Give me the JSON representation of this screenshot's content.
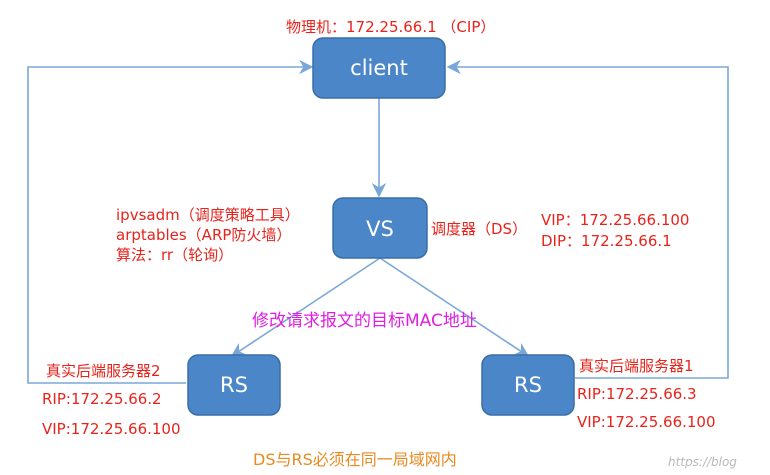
{
  "nodes": {
    "client": "client",
    "vs": "VS",
    "rs_left": "RS",
    "rs_right": "RS"
  },
  "labels": {
    "client_info": "物理机：172.25.66.1 （CIP）",
    "vs_tools_line1": "ipvsadm（调度策略工具）",
    "vs_tools_line2": "arptables（ARP防火墙）",
    "vs_tools_line3": "算法：rr（轮询）",
    "scheduler": "调度器（DS）",
    "vip": "VIP：172.25.66.100",
    "dip": "DIP：172.25.66.1",
    "modify_mac": "修改请求报文的目标MAC地址",
    "rs2_title": "真实后端服务器2",
    "rs2_rip": "RIP:172.25.66.2",
    "rs2_vip": "VIP:172.25.66.100",
    "rs1_title": "真实后端服务器1",
    "rs1_rip": "RIP:172.25.66.3",
    "rs1_vip": "VIP:172.25.66.100",
    "bottom_note": "DS与RS必须在同一局域网内",
    "watermark": "https://blog"
  },
  "colors": {
    "node_fill": "#4a86c8",
    "node_stroke": "#3a6ea8",
    "line": "#7ba7d8",
    "red_text": "#e8231b",
    "magenta_text": "#e020e0",
    "orange_text": "#e88a20"
  }
}
